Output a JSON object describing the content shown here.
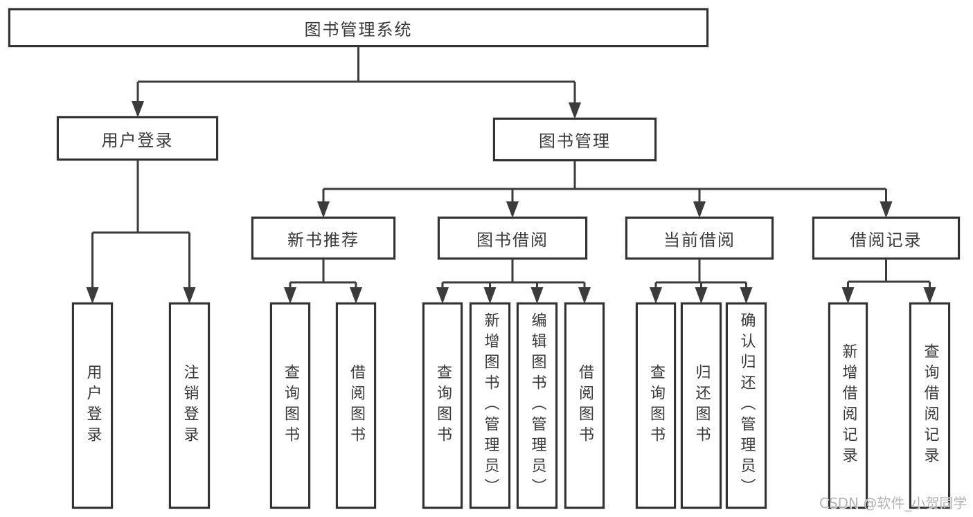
{
  "tree": {
    "root": {
      "label": "图书管理系统"
    },
    "branches": [
      {
        "label": "用户登录",
        "children": [
          {
            "label": "用户登录"
          },
          {
            "label": "注销登录"
          }
        ]
      },
      {
        "label": "图书管理",
        "children": [
          {
            "label": "新书推荐",
            "children": [
              {
                "label": "查询图书"
              },
              {
                "label": "借阅图书"
              }
            ]
          },
          {
            "label": "图书借阅",
            "children": [
              {
                "label": "查询图书"
              },
              {
                "label": "新增图书（管理员）"
              },
              {
                "label": "编辑图书（管理员）"
              },
              {
                "label": "借阅图书"
              }
            ]
          },
          {
            "label": "当前借阅",
            "children": [
              {
                "label": "查询图书"
              },
              {
                "label": "归还图书"
              },
              {
                "label": "确认归还（管理员）"
              }
            ]
          },
          {
            "label": "借阅记录",
            "children": [
              {
                "label": "新增借阅记录"
              },
              {
                "label": "查询借阅记录"
              }
            ]
          }
        ]
      }
    ]
  },
  "watermark": {
    "text": "CSDN @软件_小贺同学"
  },
  "colors": {
    "line": "#3b3b3b",
    "box_border": "#333333",
    "box_fill": "#ffffff",
    "text": "#3a3a3a",
    "watermark": "#b3b3b3",
    "background": "#ffffff"
  }
}
